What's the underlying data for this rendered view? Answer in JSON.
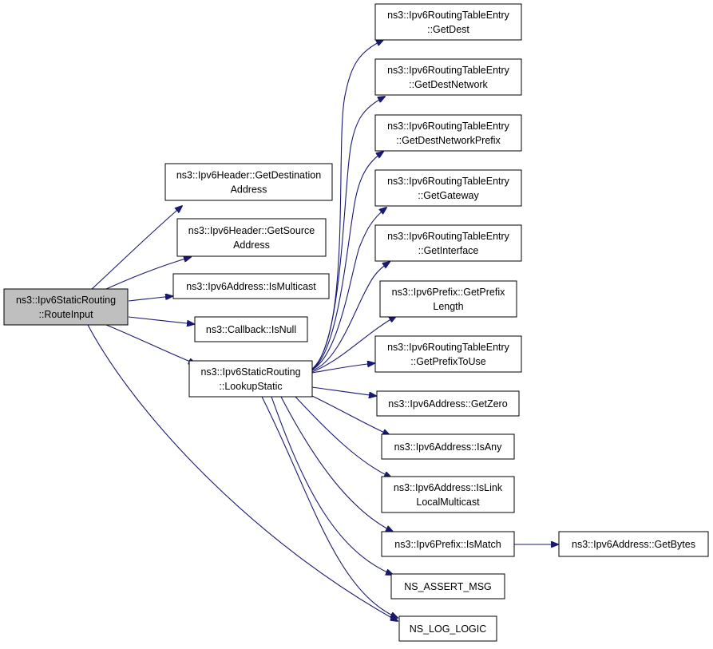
{
  "graph": {
    "edge_color": "#191970",
    "root_fill": "#bfbfbf",
    "nodes": [
      {
        "id": "root",
        "lines": [
          "ns3::Ipv6StaticRouting",
          "::RouteInput"
        ],
        "root": true
      },
      {
        "id": "getdestaddr",
        "lines": [
          "ns3::Ipv6Header::GetDestination",
          "Address"
        ]
      },
      {
        "id": "getsrcaddr",
        "lines": [
          "ns3::Ipv6Header::GetSource",
          "Address"
        ]
      },
      {
        "id": "ismulticast",
        "lines": [
          "ns3::Ipv6Address::IsMulticast"
        ]
      },
      {
        "id": "isnull",
        "lines": [
          "ns3::Callback::IsNull"
        ]
      },
      {
        "id": "lookupstatic",
        "lines": [
          "ns3::Ipv6StaticRouting",
          "::LookupStatic"
        ]
      },
      {
        "id": "getdest",
        "lines": [
          "ns3::Ipv6RoutingTableEntry",
          "::GetDest"
        ]
      },
      {
        "id": "getdestnetwork",
        "lines": [
          "ns3::Ipv6RoutingTableEntry",
          "::GetDestNetwork"
        ]
      },
      {
        "id": "getdestnetworkprefix",
        "lines": [
          "ns3::Ipv6RoutingTableEntry",
          "::GetDestNetworkPrefix"
        ]
      },
      {
        "id": "getgateway",
        "lines": [
          "ns3::Ipv6RoutingTableEntry",
          "::GetGateway"
        ]
      },
      {
        "id": "getinterface",
        "lines": [
          "ns3::Ipv6RoutingTableEntry",
          "::GetInterface"
        ]
      },
      {
        "id": "getprefixlength",
        "lines": [
          "ns3::Ipv6Prefix::GetPrefix",
          "Length"
        ]
      },
      {
        "id": "getprefixtouse",
        "lines": [
          "ns3::Ipv6RoutingTableEntry",
          "::GetPrefixToUse"
        ]
      },
      {
        "id": "getzero",
        "lines": [
          "ns3::Ipv6Address::GetZero"
        ]
      },
      {
        "id": "isany",
        "lines": [
          "ns3::Ipv6Address::IsAny"
        ]
      },
      {
        "id": "islinklocalmulticast",
        "lines": [
          "ns3::Ipv6Address::IsLink",
          "LocalMulticast"
        ]
      },
      {
        "id": "ismatch",
        "lines": [
          "ns3::Ipv6Prefix::IsMatch"
        ]
      },
      {
        "id": "getbytes",
        "lines": [
          "ns3::Ipv6Address::GetBytes"
        ]
      },
      {
        "id": "nsassertmsg",
        "lines": [
          "NS_ASSERT_MSG"
        ]
      },
      {
        "id": "nsloglogic",
        "lines": [
          "NS_LOG_LOGIC"
        ]
      }
    ],
    "edges": [
      {
        "from": "root",
        "to": "getdestaddr"
      },
      {
        "from": "root",
        "to": "getsrcaddr"
      },
      {
        "from": "root",
        "to": "ismulticast"
      },
      {
        "from": "root",
        "to": "isnull"
      },
      {
        "from": "root",
        "to": "lookupstatic"
      },
      {
        "from": "root",
        "to": "nsloglogic"
      },
      {
        "from": "lookupstatic",
        "to": "getdest"
      },
      {
        "from": "lookupstatic",
        "to": "getdestnetwork"
      },
      {
        "from": "lookupstatic",
        "to": "getdestnetworkprefix"
      },
      {
        "from": "lookupstatic",
        "to": "getgateway"
      },
      {
        "from": "lookupstatic",
        "to": "getinterface"
      },
      {
        "from": "lookupstatic",
        "to": "getprefixlength"
      },
      {
        "from": "lookupstatic",
        "to": "getprefixtouse"
      },
      {
        "from": "lookupstatic",
        "to": "getzero"
      },
      {
        "from": "lookupstatic",
        "to": "isany"
      },
      {
        "from": "lookupstatic",
        "to": "islinklocalmulticast"
      },
      {
        "from": "lookupstatic",
        "to": "ismatch"
      },
      {
        "from": "lookupstatic",
        "to": "nsassertmsg"
      },
      {
        "from": "lookupstatic",
        "to": "nsloglogic"
      },
      {
        "from": "ismatch",
        "to": "getbytes"
      }
    ]
  }
}
